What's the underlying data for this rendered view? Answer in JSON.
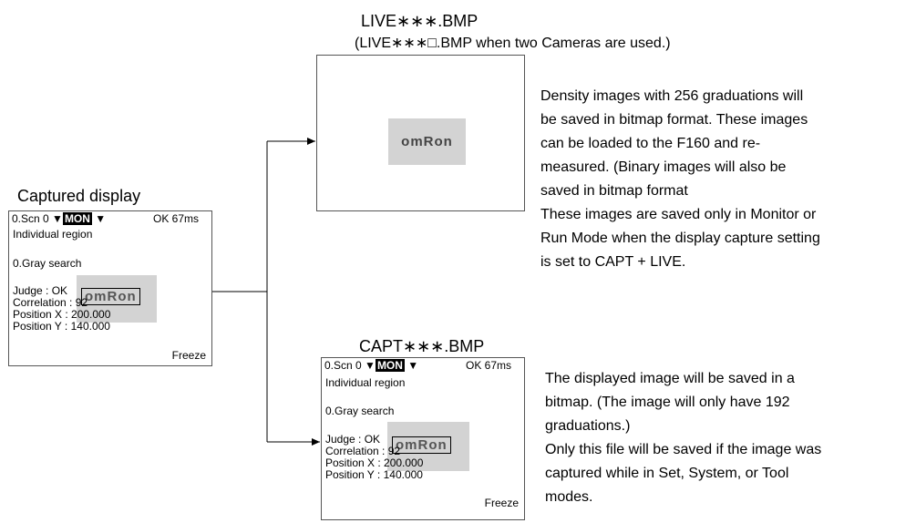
{
  "live": {
    "title": "LIVE∗∗∗.BMP",
    "subtitle": "(LIVE∗∗∗□.BMP when two Cameras are used.)",
    "logo": "omRon",
    "description": [
      "Density images with 256 graduations will",
      "be saved in bitmap format. These images",
      "can be loaded to the F160 and re-",
      "measured. (Binary images will also be",
      "saved in bitmap format",
      "These images are saved only in Monitor or",
      "Run Mode when the display capture setting",
      "is set to CAPT + LIVE."
    ]
  },
  "captured": {
    "title": "Captured display"
  },
  "capt": {
    "title": "CAPT∗∗∗.BMP",
    "description": [
      "The displayed image will be saved in a",
      "bitmap. (The image will only have 192",
      "graduations.)",
      "Only this file will be saved if the image was",
      "captured while in Set, System, or Tool",
      "modes."
    ]
  },
  "screen": {
    "scene": "0.Scn 0",
    "arrow": "▼",
    "mode": "MON",
    "arrow2": "▼",
    "status": "OK  67ms",
    "region": "Individual region",
    "item": "0.Gray search",
    "judge": "Judge       : OK",
    "correlation": "Correlation : 92",
    "posx": "Position X  : 200.000",
    "posy": "Position Y  : 140.000",
    "freeze": "Freeze",
    "logo": "omRon"
  },
  "colors": {
    "gray_box": "#d3d3d3",
    "border": "#555555"
  }
}
